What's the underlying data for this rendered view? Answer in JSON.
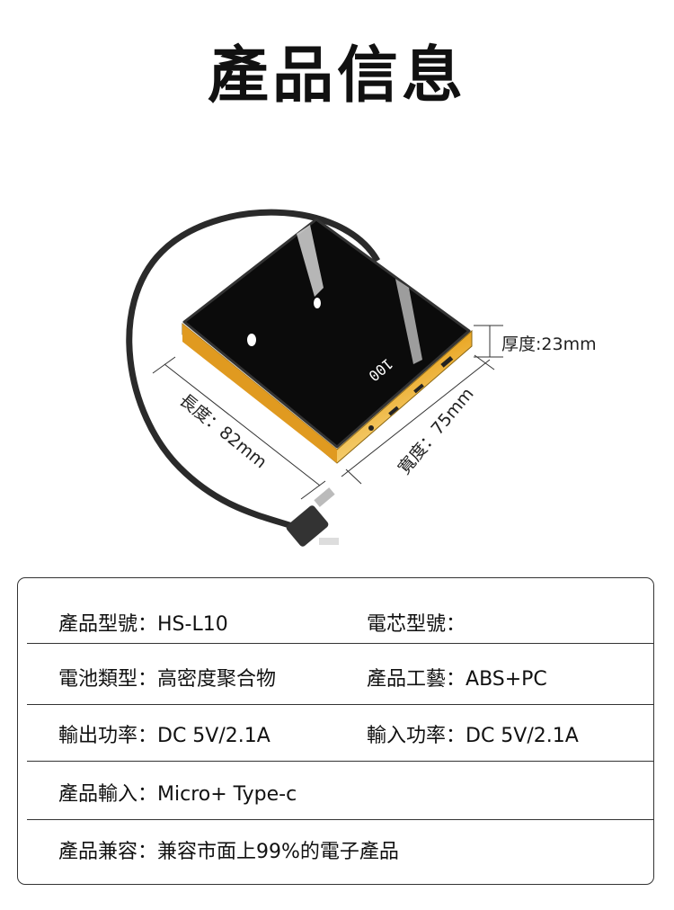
{
  "header": {
    "title": "產品信息"
  },
  "product_image": {
    "display_reading": "100",
    "dimensions": {
      "thickness": "厚度:23mm",
      "length": "長度：82mm",
      "width": "寬度：75mm"
    }
  },
  "specs": [
    [
      {
        "label": "產品型號：",
        "value": "HS-L10"
      },
      {
        "label": "電芯型號：",
        "value": ""
      }
    ],
    [
      {
        "label": "電池類型：",
        "value": "高密度聚合物"
      },
      {
        "label": "產品工藝：",
        "value": "ABS+PC"
      }
    ],
    [
      {
        "label": "輸出功率：",
        "value": "DC 5V/2.1A"
      },
      {
        "label": "輸入功率：",
        "value": "DC 5V/2.1A"
      }
    ],
    [
      {
        "label": "產品輸入：",
        "value": "Micro+ Type-c"
      }
    ],
    [
      {
        "label": "產品兼容：",
        "value": "兼容市面上99%的電子產品"
      }
    ]
  ]
}
